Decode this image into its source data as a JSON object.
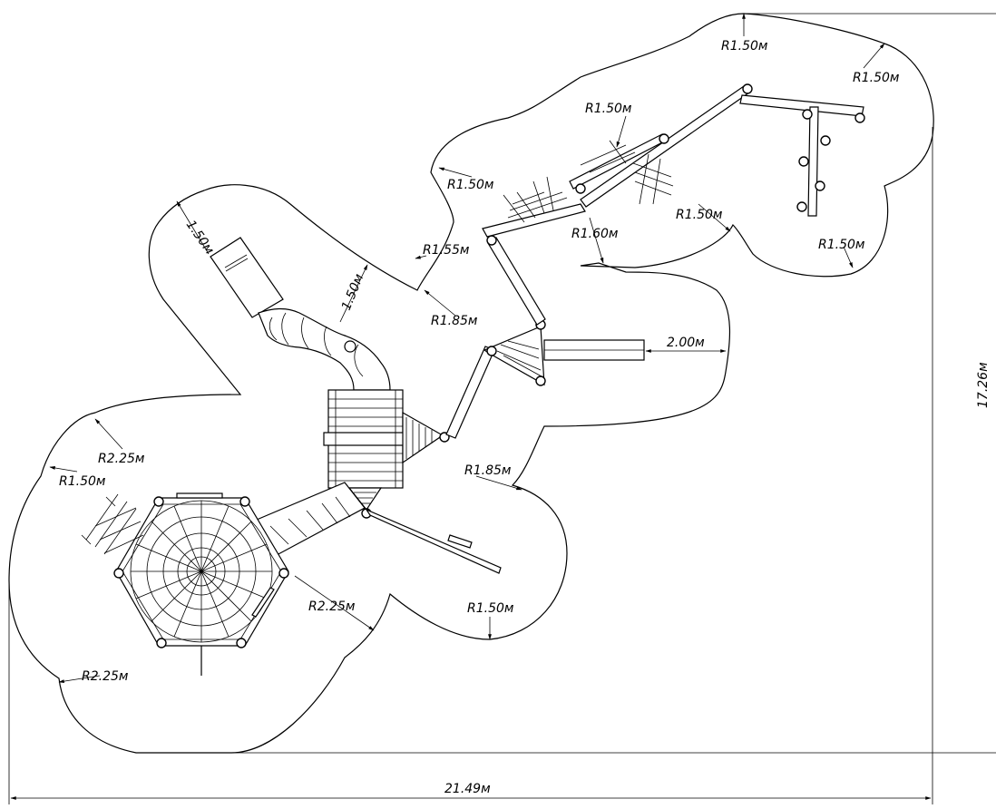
{
  "drawing": {
    "overall_width": "21.49м",
    "overall_height": "17.26м"
  },
  "dimensions": [
    "R1.50м",
    "R1.50м",
    "R1.50м",
    "R1.50м",
    "R1.60м",
    "R1.50м",
    "R1.50м",
    "R1.55м",
    "1.50м",
    "1.50м",
    "R1.85м",
    "2.00м",
    "R1.85м",
    "R2.25м",
    "R1.50м",
    "R2.25м",
    "R2.25м",
    "R1.50м"
  ]
}
